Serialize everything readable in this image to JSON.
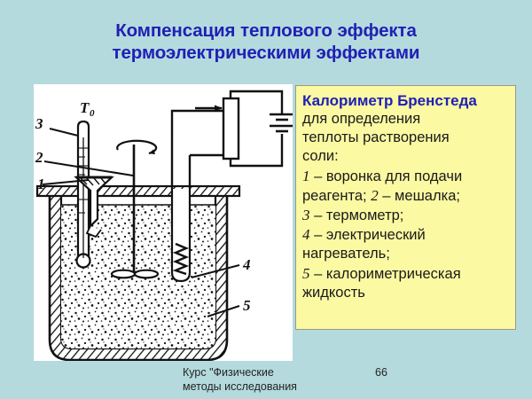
{
  "slide": {
    "background_color": "#b4dade",
    "title_color": "#2020b4",
    "title_lines": [
      "Компенсация теплового эффекта",
      "термоэлектрическими эффектами"
    ]
  },
  "diagram": {
    "panel_background": "#ffffff",
    "alt": "Схема калориметра Бренстеда",
    "labels": [
      {
        "id": "label-3",
        "text": "3"
      },
      {
        "id": "label-2",
        "text": "2"
      },
      {
        "id": "label-1",
        "text": "1"
      },
      {
        "id": "label-4",
        "text": "4"
      },
      {
        "id": "label-5",
        "text": "5"
      }
    ],
    "temperature_label": "T",
    "temperature_subscript": "0"
  },
  "caption": {
    "background_color": "#fbf9a2",
    "border_color": "#9a9a86",
    "heading": "Калориметр Бренстеда",
    "heading_color": "#2020b4",
    "lines": [
      {
        "num": "",
        "text": "для определения"
      },
      {
        "num": "",
        "text": "теплоты растворения"
      },
      {
        "num": "",
        "text": "соли:"
      },
      {
        "num": "1",
        "text": " – воронка для подачи"
      },
      {
        "num": "",
        "text": "реагента; "
      },
      {
        "num": "",
        "text": "3 – термометр;"
      },
      {
        "num": "",
        "text": "4 – электрический"
      },
      {
        "num": "",
        "text": "нагреватель;"
      },
      {
        "num": "",
        "text": "5 – калориметрическая"
      },
      {
        "num": "",
        "text": "жидкость"
      }
    ],
    "rendered_lines": [
      "для определения",
      "теплоты растворения",
      "соли:",
      "1 – воронка для подачи",
      "реагента;  2 – мешалка;",
      "3 – термометр;",
      "4 – электрический",
      "нагреватель;",
      "5 – калориметрическая",
      "жидкость"
    ]
  },
  "footer": {
    "lines": [
      "Курс \"Физические",
      "методы исследования"
    ],
    "page_number": "66"
  }
}
